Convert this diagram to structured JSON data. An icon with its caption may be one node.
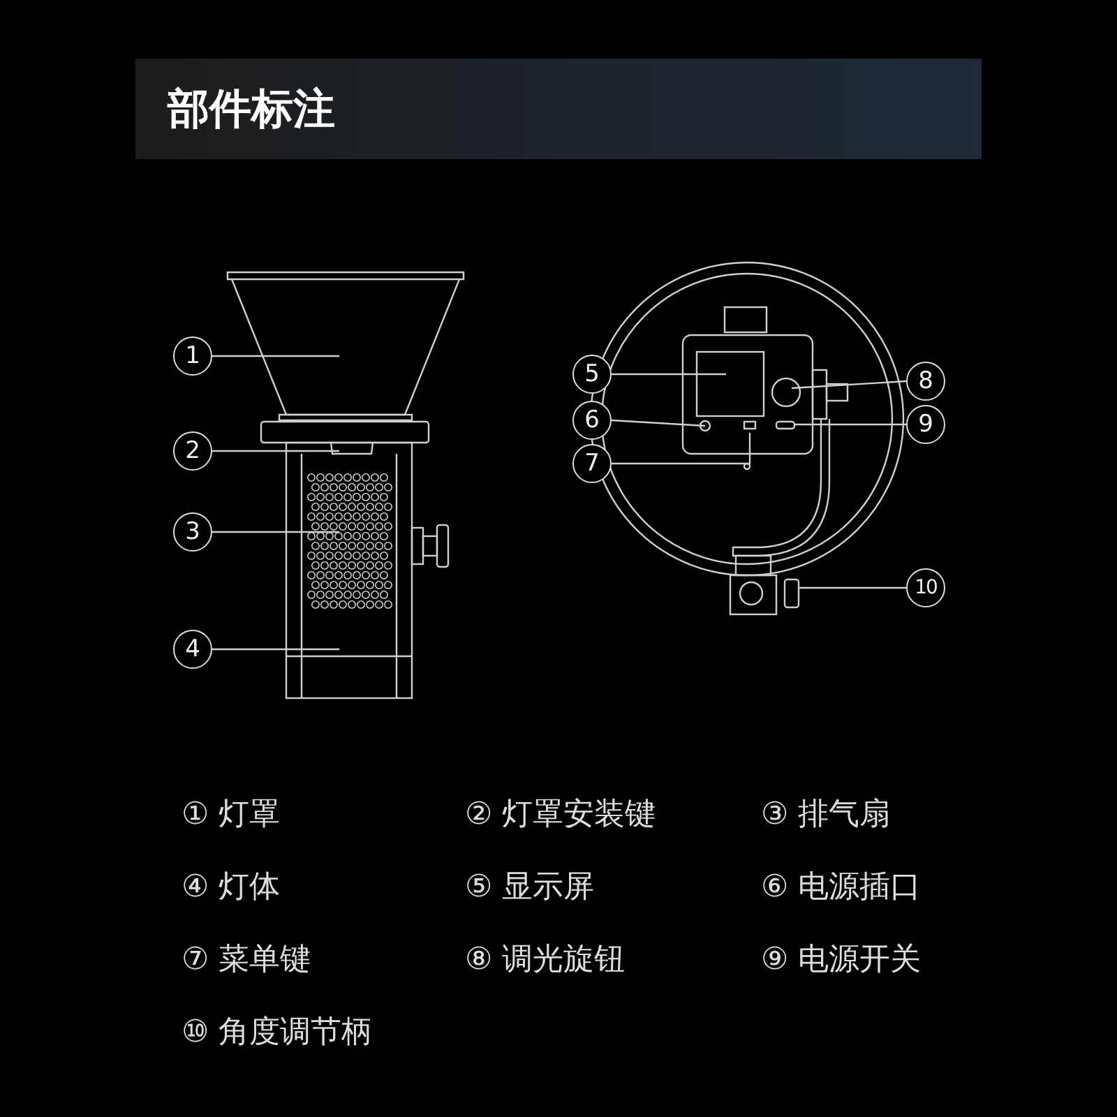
{
  "diagram": {
    "title": "部件标注",
    "nodes": [
      {
        "text": [
          "1"
        ]
      },
      {
        "text": [
          "2"
        ]
      },
      {
        "text": [
          "3"
        ]
      },
      {
        "text": [
          "4"
        ]
      },
      {
        "text": [
          "5"
        ]
      },
      {
        "text": [
          "6"
        ]
      },
      {
        "text": [
          "7"
        ]
      },
      {
        "text": [
          "8"
        ]
      },
      {
        "text": [
          "9"
        ]
      },
      {
        "text": [
          "10"
        ]
      }
    ],
    "edges": [
      {
        "from": 0,
        "to": null,
        "arrow": "none"
      },
      {
        "from": 1,
        "to": null,
        "arrow": "none"
      },
      {
        "from": 2,
        "to": null,
        "arrow": "none"
      },
      {
        "from": 3,
        "to": null,
        "arrow": "none"
      },
      {
        "from": 4,
        "to": null,
        "arrow": "none"
      },
      {
        "from": 5,
        "to": null,
        "arrow": "none"
      },
      {
        "from": 6,
        "to": null,
        "arrow": "none"
      },
      {
        "from": 7,
        "to": null,
        "arrow": "none"
      },
      {
        "from": 8,
        "to": null,
        "arrow": "none"
      },
      {
        "from": 9,
        "to": null,
        "arrow": "none"
      }
    ],
    "labels": [
      "① 灯罩",
      "② 灯罩安装键",
      "③ 排气扇",
      "④ 灯体",
      "⑤ 显示屏",
      "⑥ 电源插口",
      "⑦ 菜单键",
      "⑧ 调光旋钮",
      "⑨ 电源开关",
      "⑩ 角度调节柄"
    ]
  }
}
